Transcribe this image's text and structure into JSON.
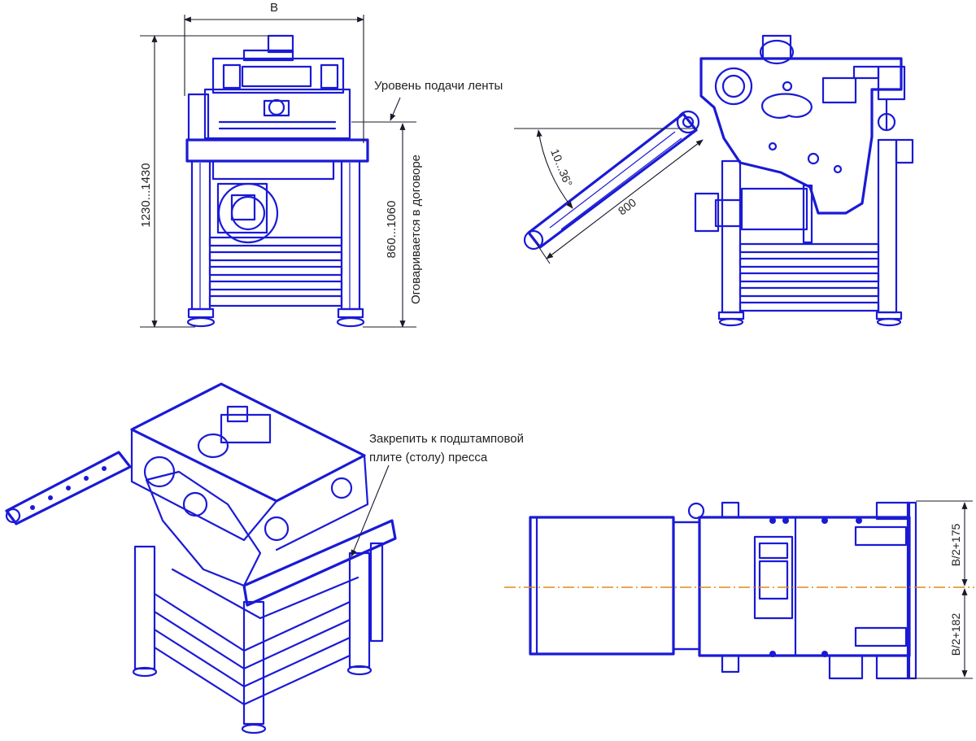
{
  "colors": {
    "line": "#1a1ad6",
    "dimension": "#1a1a2a",
    "center_axis": "#e08a1a",
    "background": "#ffffff"
  },
  "front_view": {
    "width_label": "B",
    "height_label": "1230...1430",
    "feed_level_note": "Уровень подачи ленты",
    "table_height_label": "860...1060",
    "table_height_note": "Оговаривается в договоре"
  },
  "side_view": {
    "angle_label": "10...36°",
    "length_label": "800"
  },
  "iso_view": {
    "mount_note_line1": "Закрепить к подштамповой",
    "mount_note_line2": "плите (столу) пресса"
  },
  "top_view": {
    "upper_offset_label": "B/2+175",
    "lower_offset_label": "B/2+182"
  }
}
